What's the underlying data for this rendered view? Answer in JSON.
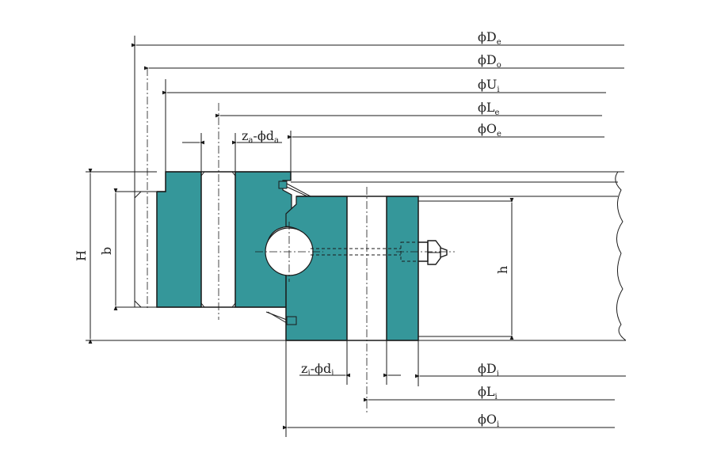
{
  "colors": {
    "ring_fill": "#35979a",
    "line": "#1a1a1a",
    "background": "#ffffff"
  },
  "top_dimensions": [
    {
      "id": "De",
      "symbol": "ϕD",
      "sub": "e"
    },
    {
      "id": "Do",
      "symbol": "ϕD",
      "sub": "o"
    },
    {
      "id": "Ui",
      "symbol": "ϕU",
      "sub": "i"
    },
    {
      "id": "Le",
      "symbol": "ϕL",
      "sub": "e"
    },
    {
      "id": "Oe",
      "symbol": "ϕO",
      "sub": "e"
    }
  ],
  "bottom_dimensions": [
    {
      "id": "Di",
      "symbol": "ϕD",
      "sub": "i"
    },
    {
      "id": "Li",
      "symbol": "ϕL",
      "sub": "i"
    },
    {
      "id": "Oi",
      "symbol": "ϕO",
      "sub": "i"
    }
  ],
  "hole_labels": {
    "outer": {
      "prefix": "z",
      "prefix_sub": "a",
      "symbol": "-ϕd",
      "sub": "a"
    },
    "inner": {
      "prefix": "z",
      "prefix_sub": "i",
      "symbol": "-ϕd",
      "sub": "i"
    }
  },
  "height_labels": {
    "H": "H",
    "b": "b",
    "h": "h"
  }
}
